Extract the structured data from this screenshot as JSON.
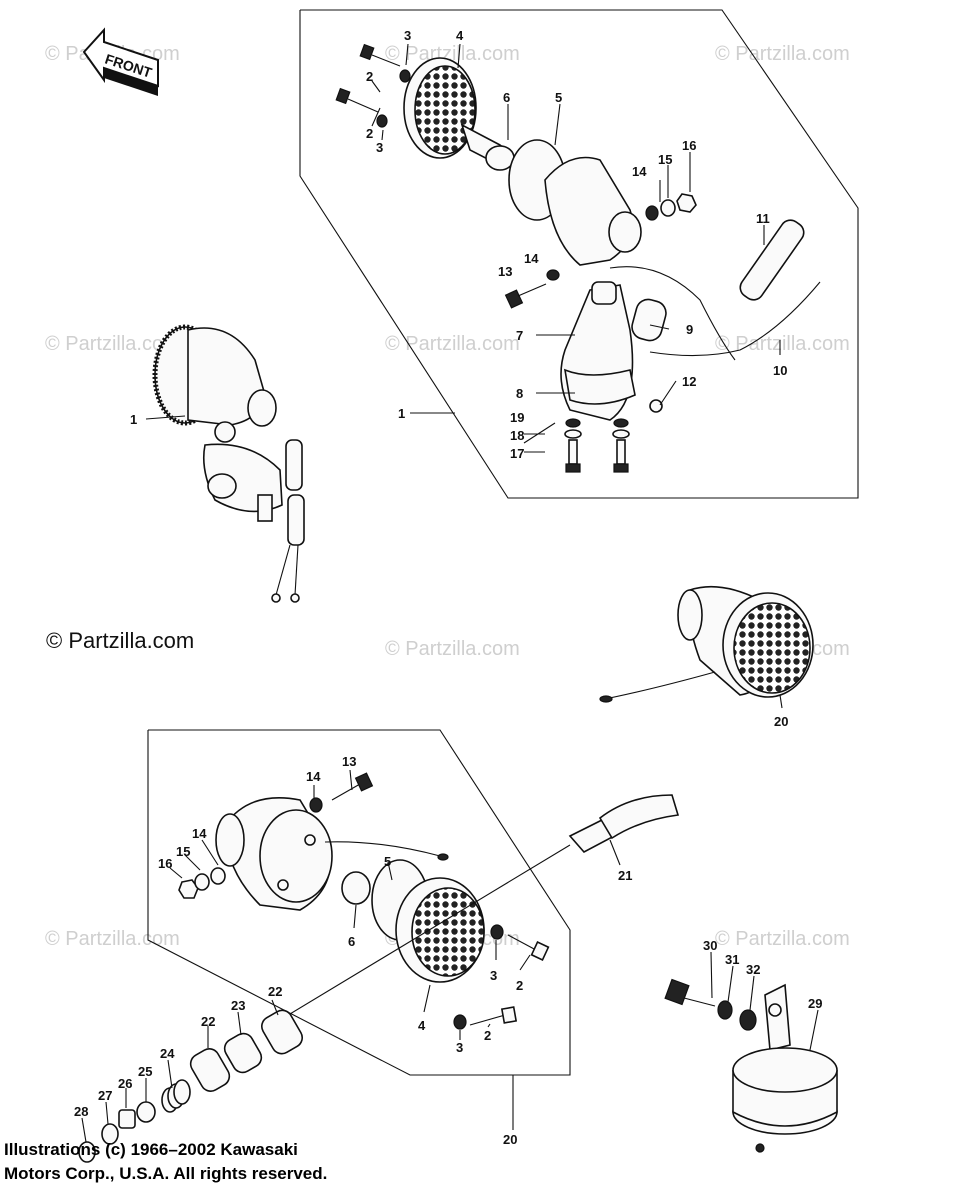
{
  "front_label": "FRONT",
  "watermark_text": "© Partzilla.com",
  "copyright": {
    "line1": "Illustrations (c) 1966–2002 Kawasaki",
    "line2": "Motors Corp., U.S.A.  All rights reserved."
  },
  "callouts": {
    "top": [
      "1",
      "1",
      "2",
      "2",
      "3",
      "3",
      "4",
      "5",
      "6",
      "7",
      "8",
      "9",
      "10",
      "11",
      "12",
      "13",
      "14",
      "14",
      "15",
      "16",
      "17",
      "18",
      "19"
    ],
    "middle": [
      "20"
    ],
    "bottom": [
      "2",
      "2",
      "3",
      "3",
      "4",
      "5",
      "6",
      "13",
      "14",
      "14",
      "15",
      "16",
      "20",
      "21",
      "22",
      "22",
      "23",
      "24",
      "25",
      "26",
      "27",
      "28",
      "29",
      "30",
      "31",
      "32"
    ]
  },
  "colors": {
    "line": "#111111",
    "watermark": "#cfcfcf",
    "background": "#ffffff"
  }
}
